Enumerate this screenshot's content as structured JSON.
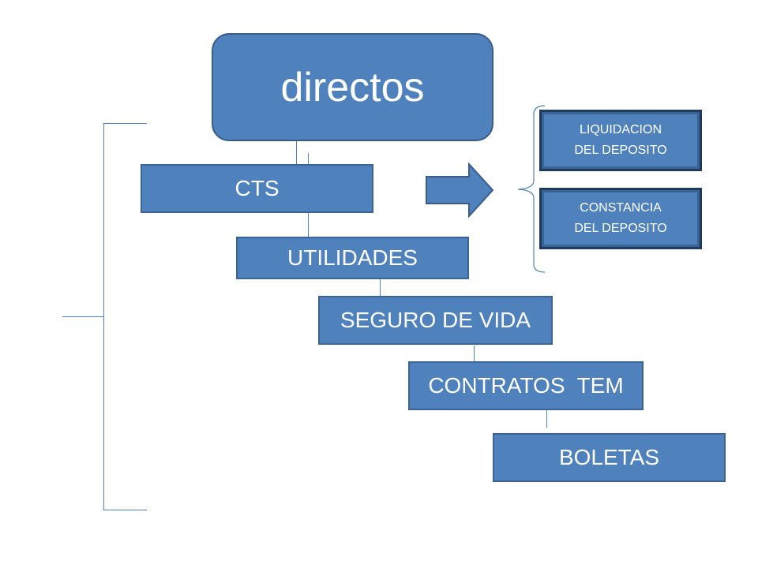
{
  "diagram": {
    "root": {
      "label": "directos"
    },
    "levels": [
      {
        "label": "CTS"
      },
      {
        "label": "UTILIDADES"
      },
      {
        "label": "SEGURO DE VIDA"
      },
      {
        "label": "CONTRATOS  TEM"
      },
      {
        "label": "BOLETAS"
      }
    ],
    "details": [
      {
        "label": "LIQUIDACION\nDEL DEPOSITO"
      },
      {
        "label": "CONSTANCIA\nDEL DEPOSITO"
      }
    ]
  },
  "colors": {
    "box_fill": "#4f81bd",
    "box_border": "#385d8a",
    "connector": "#4f81bd",
    "text": "#ffffff"
  }
}
